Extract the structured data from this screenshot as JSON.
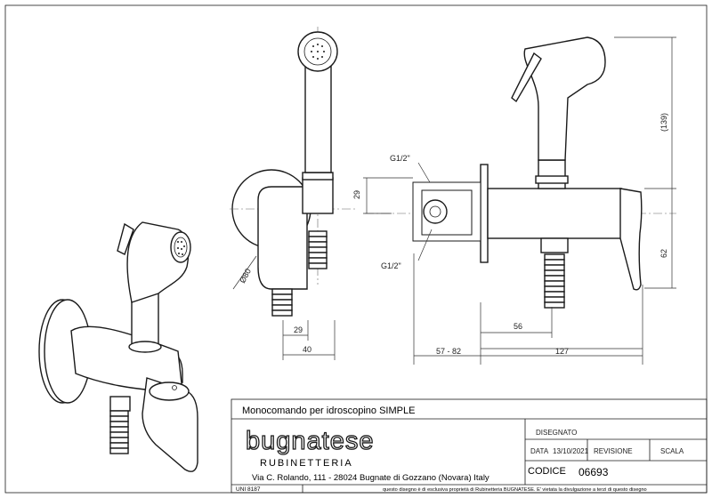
{
  "dimensions": {
    "d29_front": "29",
    "d40": "40",
    "d80": "Ø80",
    "d29_side": "29",
    "d5782": "57 - 82",
    "d56": "56",
    "d127": "127",
    "d139": "(139)",
    "d62": "62",
    "thread_top": "G1/2\"",
    "thread_bottom": "G1/2\""
  },
  "title_block": {
    "product_title": "Monocomando per idroscopino SIMPLE",
    "brand": "bugnatese",
    "brand_sub": "RUBINETTERIA",
    "address": "Via C. Rolando, 111 - 28024 Bugnate di Gozzano (Novara) Italy",
    "disegnato_label": "DISEGNATO",
    "data_label": "DATA",
    "data_value": "13/10/2021",
    "revisione_label": "REVISIONE",
    "scala_label": "SCALA",
    "codice_label": "CODICE",
    "codice_value": "06693",
    "standard": "UNI 8187",
    "notice": "questo disegno è di esclusiva proprietà di Rubinetteria BUGNATESE. E' vietata la divulgazione a terzi di questo disegno"
  }
}
